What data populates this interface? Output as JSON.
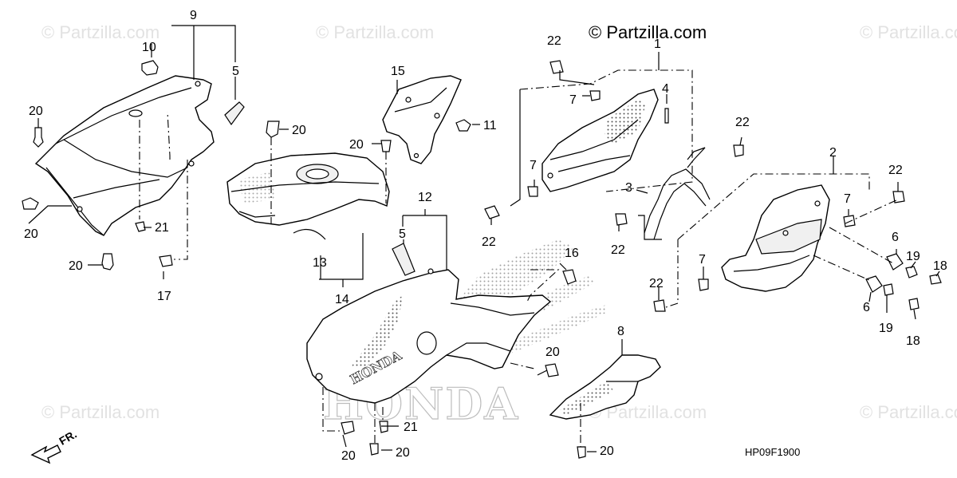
{
  "watermarks": [
    {
      "text": "© Partzilla.com",
      "slot": "top-left"
    },
    {
      "text": "© Partzilla.com",
      "slot": "top-center"
    },
    {
      "text": "© Partzilla.com",
      "slot": "top-right"
    },
    {
      "text": "© Partzilla.com",
      "slot": "bottom-left"
    },
    {
      "text": "© Partzilla.com",
      "slot": "bottom-center"
    },
    {
      "text": "© Partzilla.com",
      "slot": "bottom-right"
    }
  ],
  "main_watermark": "© Partzilla.com",
  "front_arrow_label": "FR.",
  "diagram_code": "HP09F1900",
  "brand_logo": "HONDA",
  "decal_text": "HONDA",
  "callouts": {
    "c1": "1",
    "c2": "2",
    "c3": "3",
    "c4": "4",
    "c5a": "5",
    "c5b": "5",
    "c6a": "6",
    "c6b": "6",
    "c7a": "7",
    "c7b": "7",
    "c7c": "7",
    "c7d": "7",
    "c8": "8",
    "c9": "9",
    "c10": "10",
    "c11": "11",
    "c12": "12",
    "c13": "13",
    "c14": "14",
    "c15": "15",
    "c16": "16",
    "c17": "17",
    "c18a": "18",
    "c18b": "18",
    "c19a": "19",
    "c19b": "19",
    "c20a": "20",
    "c20b": "20",
    "c20c": "20",
    "c20d": "20",
    "c20e": "20",
    "c20f": "20",
    "c20g": "20",
    "c20h": "20",
    "c20i": "20",
    "c21a": "21",
    "c21b": "21",
    "c22a": "22",
    "c22b": "22",
    "c22c": "22",
    "c22d": "22",
    "c22e": "22",
    "c22f": "22"
  },
  "colors": {
    "line": "#000000",
    "watermark": "#e2e2e2",
    "background": "#ffffff"
  }
}
